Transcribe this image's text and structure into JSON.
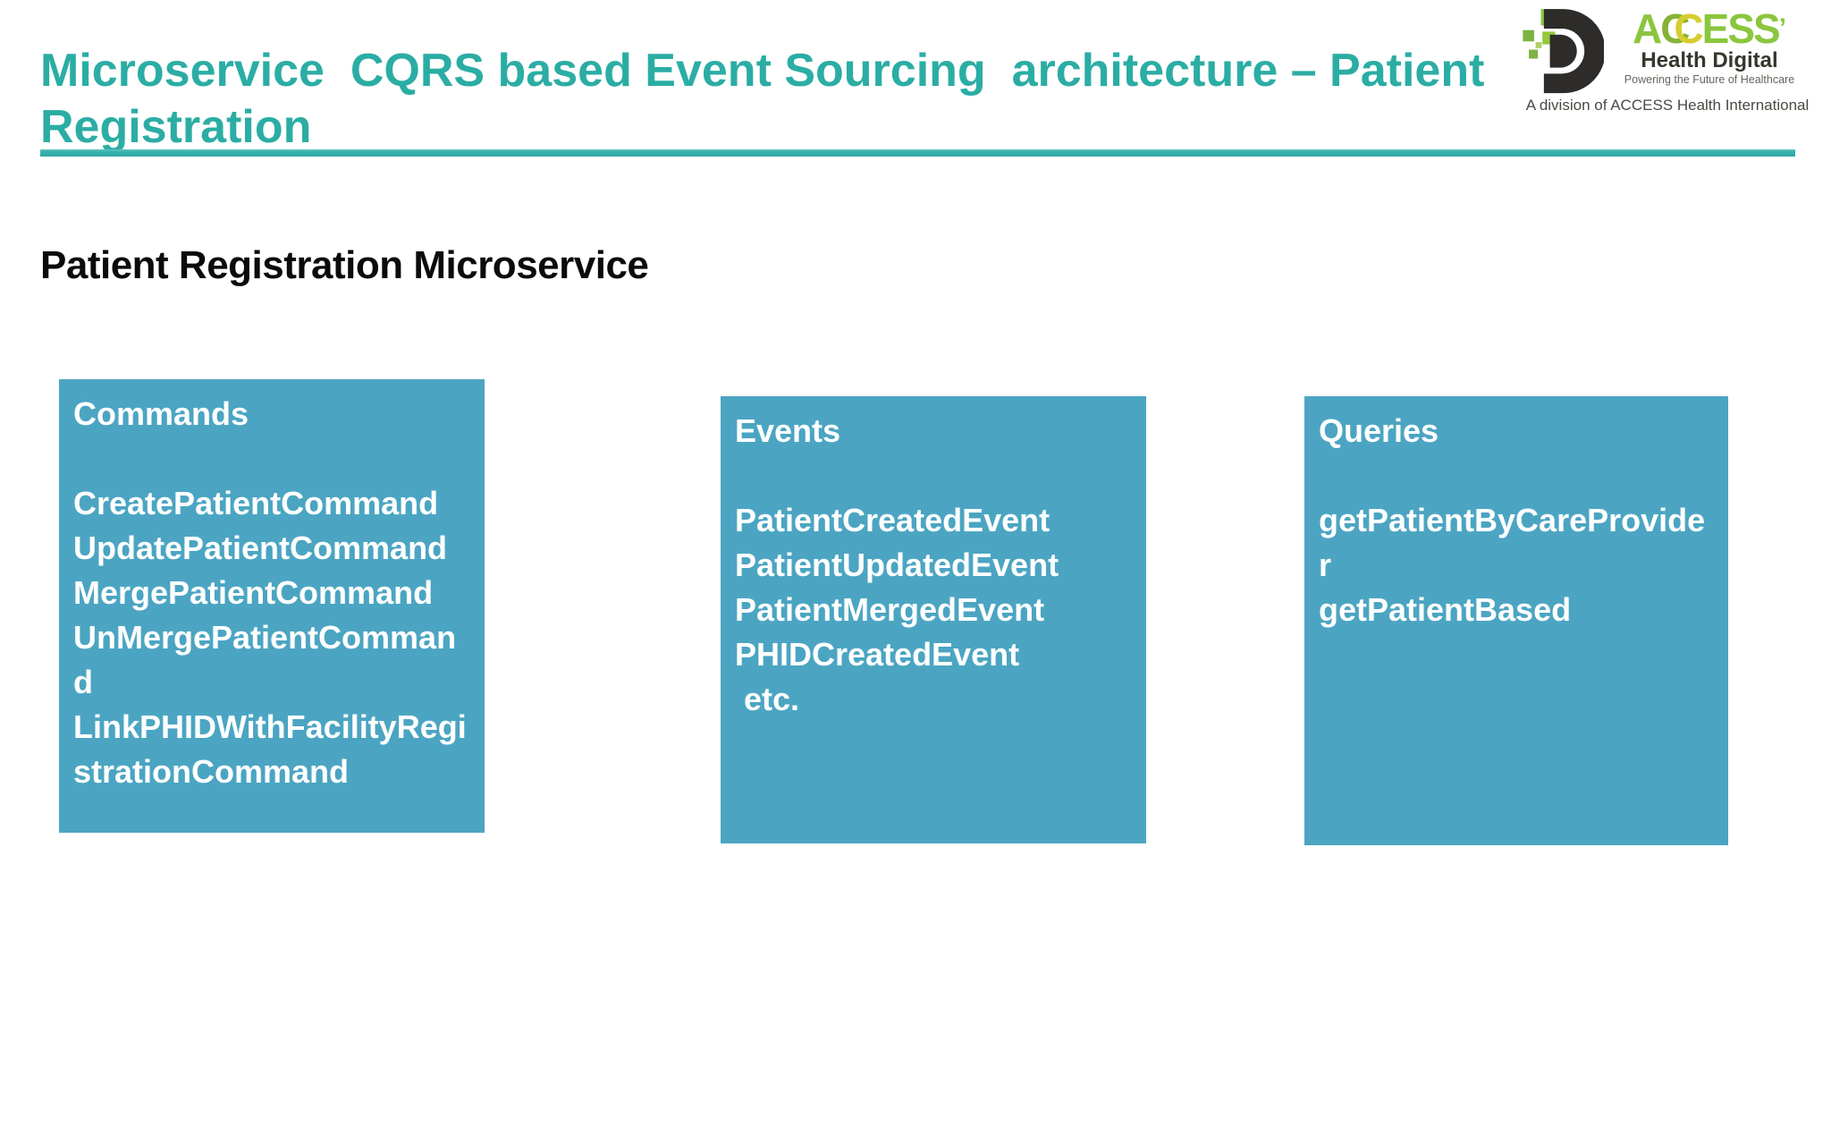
{
  "title": {
    "text": "Microservice  CQRS based Event Sourcing  architecture – Patient Registration"
  },
  "section_heading": "Patient Registration Microservice",
  "boxes": [
    {
      "title": "Commands",
      "items": [
        "CreatePatientCommand",
        "UpdatePatientCommand",
        "MergePatientCommand",
        "UnMergePatientCommand",
        "LinkPHIDWithFacilityRegistrationCommand"
      ]
    },
    {
      "title": "Events",
      "items": [
        "PatientCreatedEvent",
        "PatientUpdatedEvent",
        "PatientMergedEvent",
        "PHIDCreatedEvent",
        " etc."
      ]
    },
    {
      "title": "Queries",
      "items": [
        "getPatientByCareProvider",
        "getPatientBased"
      ]
    }
  ],
  "logo": {
    "brand_a": "A",
    "brand_c1": "C",
    "brand_c2": "C",
    "brand_ess": "ESS",
    "brand_tick": "’",
    "line2": "Health Digital",
    "tagline": "Powering the Future of Healthcare",
    "division": "A division of ACCESS Health International"
  },
  "colors": {
    "box_fill": "#4ba5c2",
    "box_text": "#ffffff",
    "title_teal": "#2bada4",
    "underline_teal": "#35b1ae",
    "heading_black": "#0b0b0b",
    "logo_green": "#8bc63e",
    "logo_yellow": "#d6ce2f",
    "logo_dark": "#2d2c2a"
  }
}
